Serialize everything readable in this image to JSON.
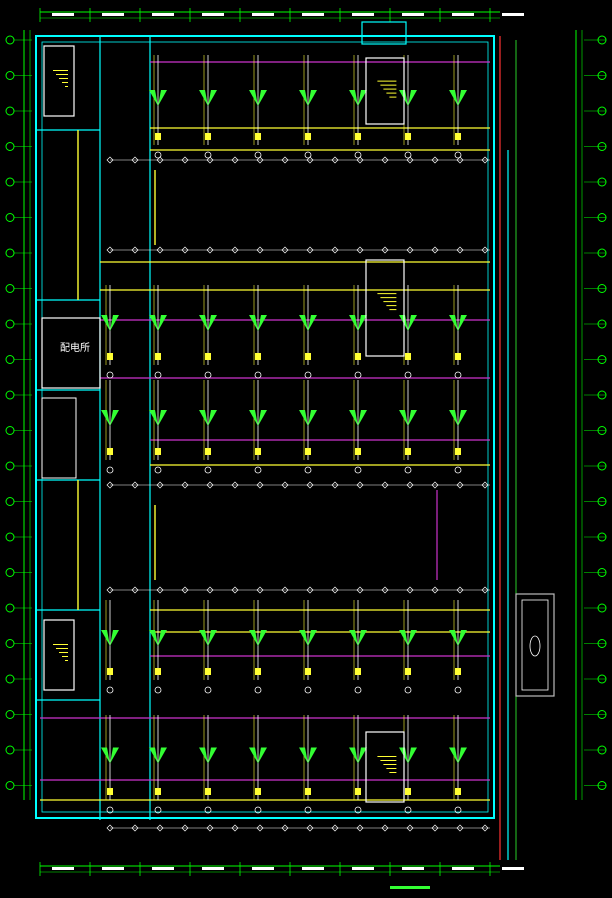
{
  "drawing": {
    "room_label": "配电所",
    "colors": {
      "background": "#000000",
      "outer_wall": "#00ffff",
      "inner_wall": "#00ffff",
      "grid_axis": "#00ff00",
      "trunk_magenta": "#cc33cc",
      "trunk_red": "#ff3333",
      "tray_yellow": "#ffff33",
      "branch_green": "#33ff33",
      "equipment_white": "#ffffff",
      "equipment_grey": "#bbbbbb",
      "dimension_text": "#ffffff"
    },
    "bays": [
      {
        "id": "upper"
      },
      {
        "id": "middle-upper"
      },
      {
        "id": "middle-lower"
      },
      {
        "id": "lower-upper"
      },
      {
        "id": "lower"
      }
    ],
    "icons": {
      "stair": "stair-icon",
      "grid_bubble": "grid-bubble-icon",
      "branch": "cable-branch-icon",
      "equipment": "equipment-box-icon"
    }
  }
}
